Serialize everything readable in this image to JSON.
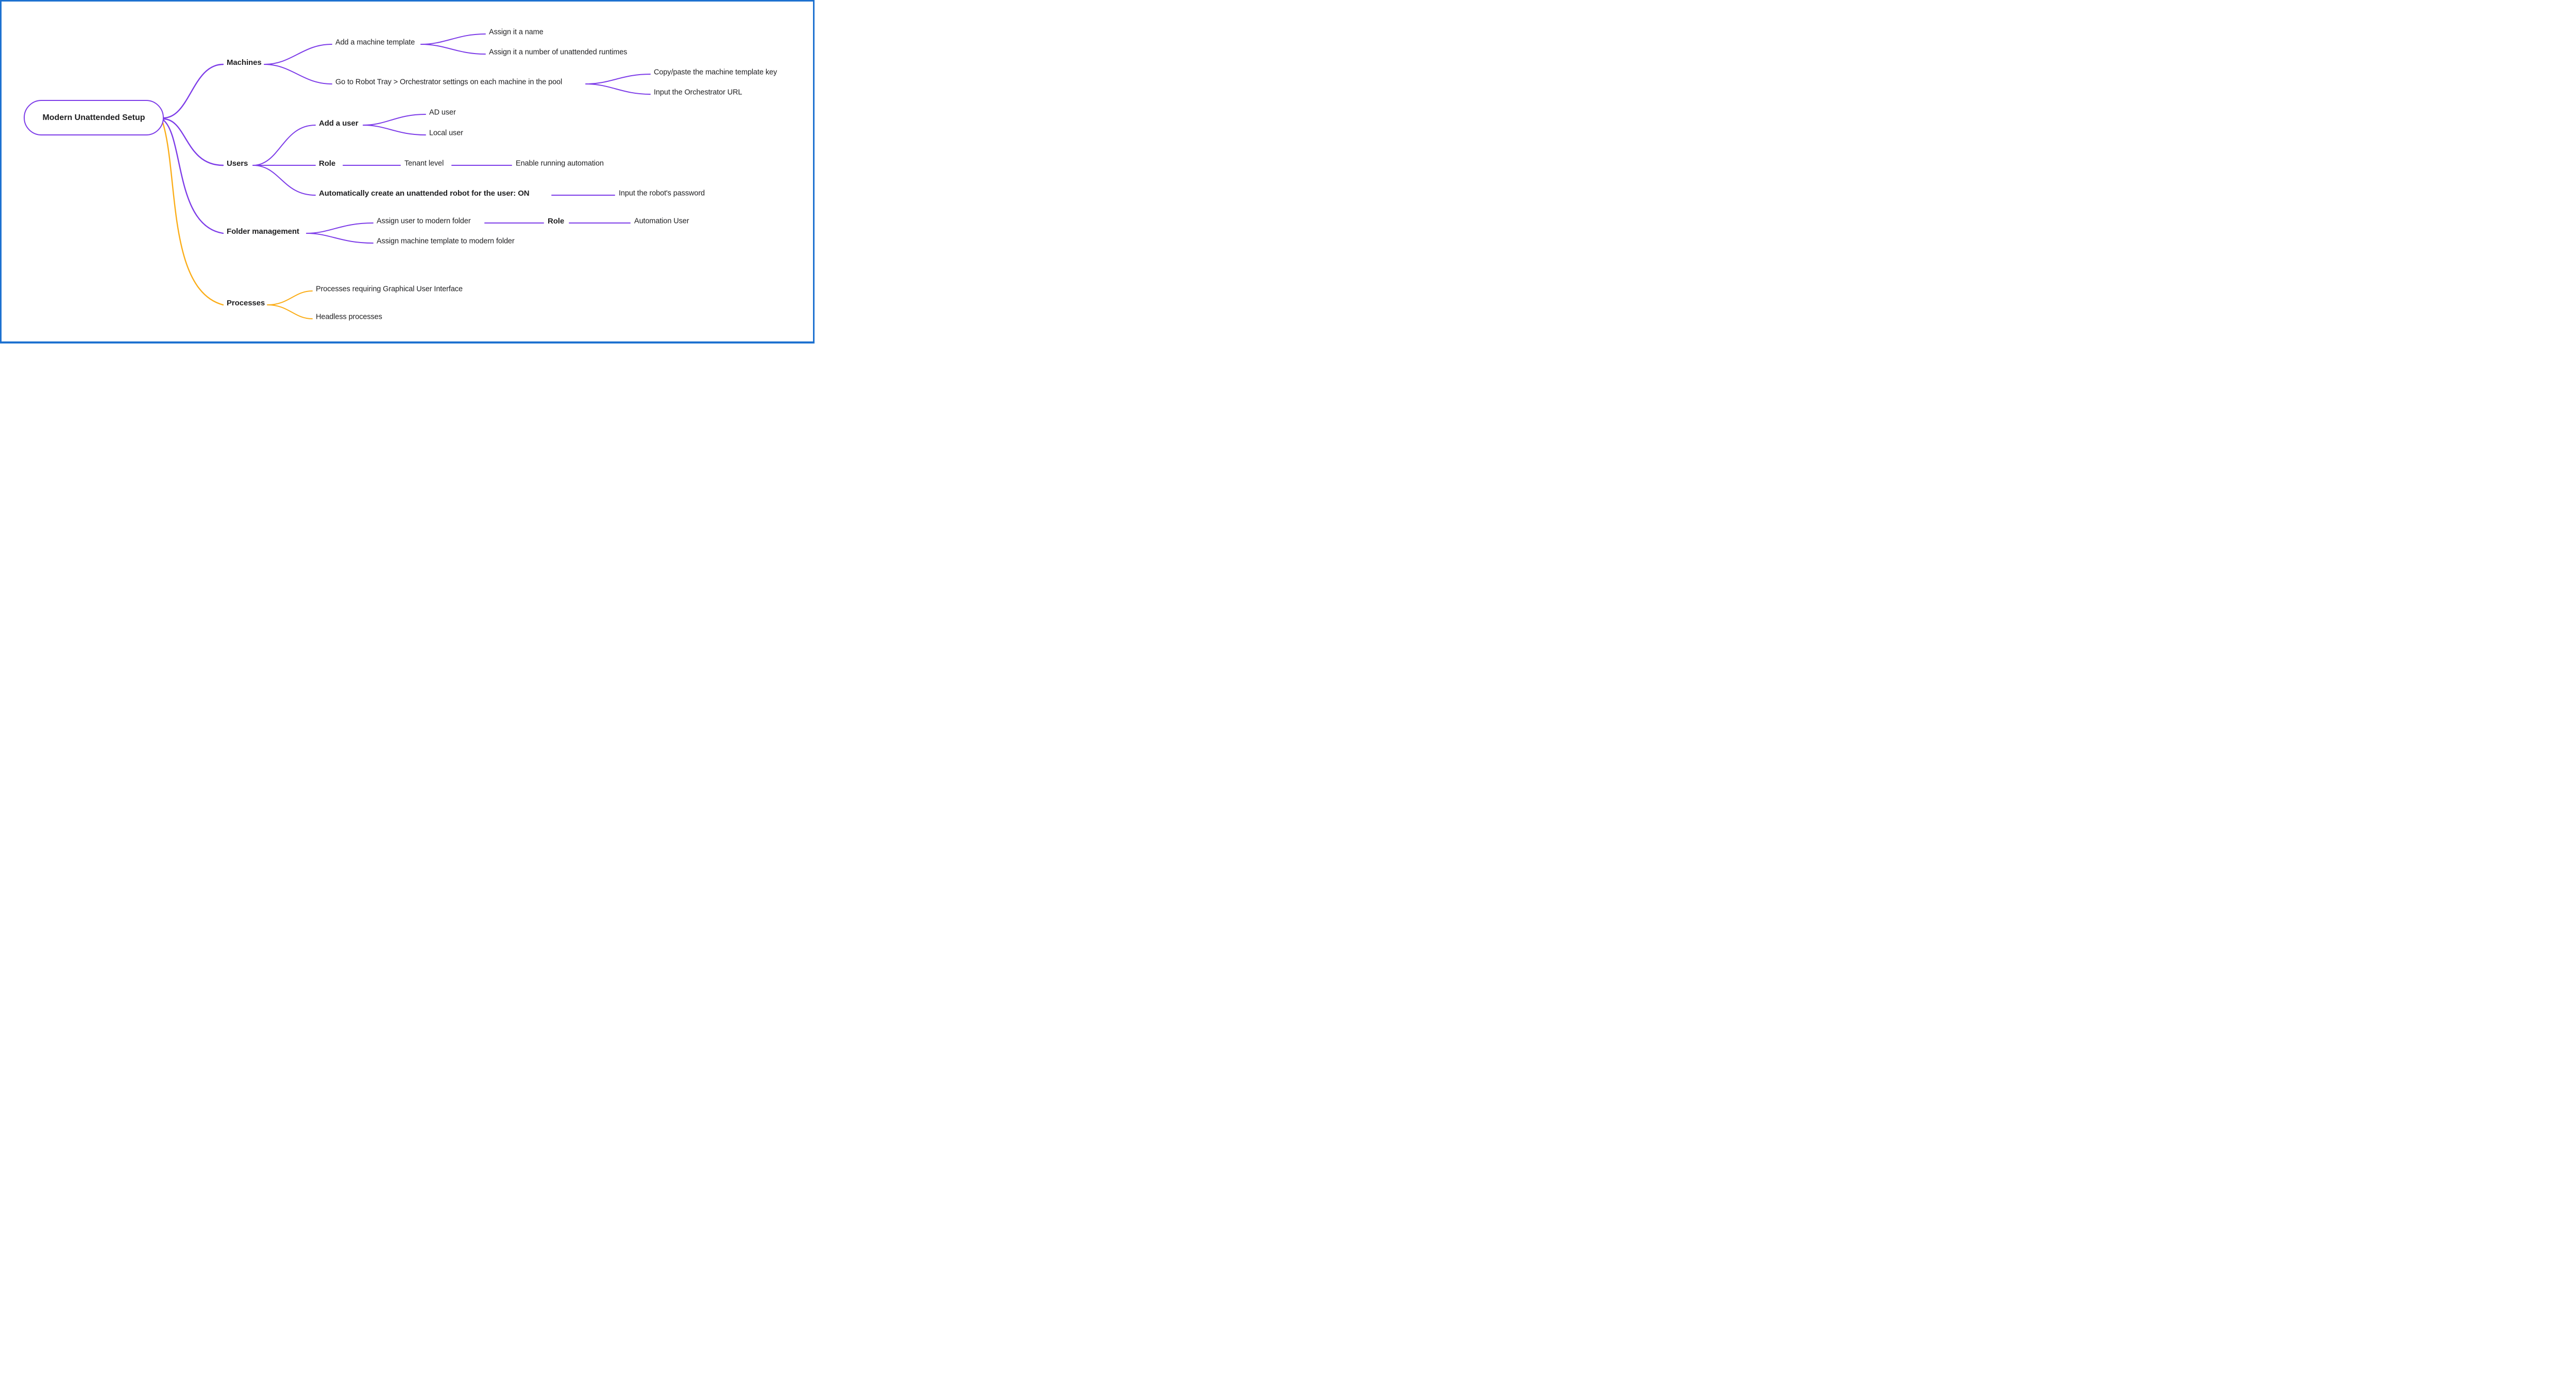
{
  "colors": {
    "frame": "#1e72d0",
    "branch": "#7d3ce8",
    "accent": "#fbad18",
    "text": "#1e1e20",
    "background": "#ffffff"
  },
  "root": {
    "label": "Modern Unattended Setup"
  },
  "branches": [
    {
      "label": "Machines",
      "children": [
        {
          "label": "Add a machine template",
          "children": [
            {
              "label": "Assign it a name"
            },
            {
              "label": "Assign it a number of unattended runtimes"
            }
          ]
        },
        {
          "label": "Go to Robot Tray > Orchestrator settings on each machine in the pool",
          "children": [
            {
              "label": "Copy/paste the machine template key"
            },
            {
              "label": "Input the Orchestrator URL"
            }
          ]
        }
      ]
    },
    {
      "label": "Users",
      "children": [
        {
          "label": "Add a user",
          "children": [
            {
              "label": "AD user"
            },
            {
              "label": "Local user"
            }
          ]
        },
        {
          "label": "Role",
          "children": [
            {
              "label": "Tenant level",
              "children": [
                {
                  "label": "Enable running automation"
                }
              ]
            }
          ]
        },
        {
          "label": "Automatically create an unattended robot for the user: ON",
          "children": [
            {
              "label": "Input the robot's password"
            }
          ]
        }
      ]
    },
    {
      "label": "Folder management",
      "children": [
        {
          "label": "Assign user to modern folder",
          "children": [
            {
              "label": "Role",
              "children": [
                {
                  "label": "Automation User"
                }
              ]
            }
          ]
        },
        {
          "label": "Assign machine template to modern folder"
        }
      ]
    },
    {
      "label": "Processes",
      "children": [
        {
          "label": "Processes requiring Graphical User Interface"
        },
        {
          "label": "Headless processes"
        }
      ]
    }
  ]
}
